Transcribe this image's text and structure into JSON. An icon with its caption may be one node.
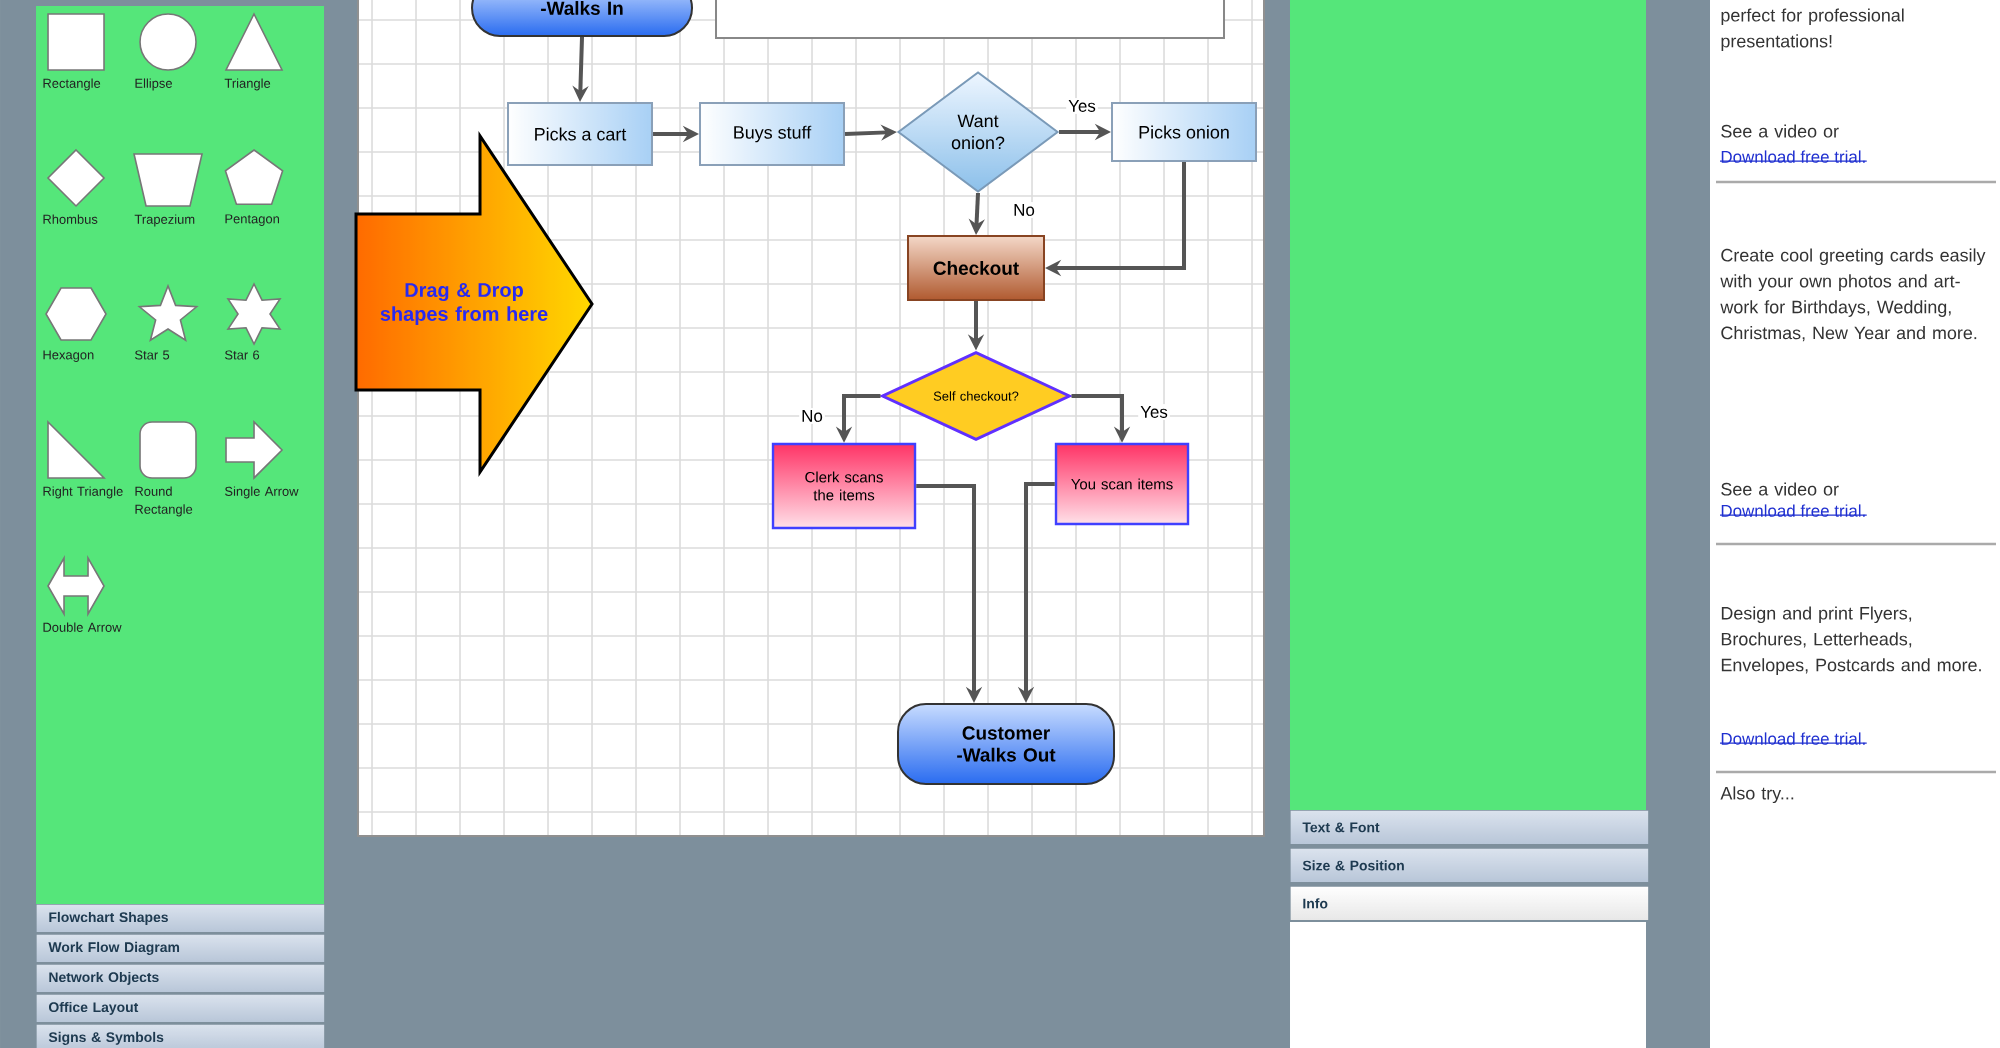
{
  "diagram": {
    "nodes": [
      {
        "text": [
          "-Walks In"
        ]
      },
      {
        "text": [],
        "shape": "box"
      },
      {
        "text": [
          "Picks a cart"
        ]
      },
      {
        "text": [
          "Buys stuff"
        ]
      },
      {
        "text": [
          "Want onion?"
        ]
      },
      {
        "text": [
          "Picks onion"
        ]
      },
      {
        "text": [
          "Checkout"
        ]
      },
      {
        "text": [
          "Self checkout?"
        ]
      },
      {
        "text": [
          "Clerk scans the items"
        ]
      },
      {
        "text": [
          "You scan items"
        ]
      },
      {
        "text": [
          "Customer -Walks Out"
        ]
      },
      {
        "text": [
          "Drag & Drop shapes from here"
        ]
      }
    ],
    "edges": [
      {
        "from": 0,
        "to": 2,
        "arrow": "to"
      },
      {
        "from": 2,
        "to": 3,
        "arrow": "to"
      },
      {
        "from": 3,
        "to": 4,
        "arrow": "to"
      },
      {
        "from": 4,
        "to": 5,
        "arrow": "to",
        "label": "Yes"
      },
      {
        "from": 4,
        "to": 6,
        "arrow": "to",
        "label": "No"
      },
      {
        "from": 5,
        "to": 6,
        "arrow": "to"
      },
      {
        "from": 6,
        "to": 7,
        "arrow": "to"
      },
      {
        "from": 7,
        "to": 8,
        "arrow": "to",
        "label": "No"
      },
      {
        "from": 7,
        "to": 9,
        "arrow": "to",
        "label": "Yes"
      },
      {
        "from": 8,
        "to": 10,
        "arrow": "to"
      },
      {
        "from": 9,
        "to": 10,
        "arrow": "to"
      }
    ],
    "labels": [
      "Rectangle",
      "Ellipse",
      "Triangle",
      "Rhombus",
      "Trapezium",
      "Pentagon",
      "Hexagon",
      "Star 5",
      "Star 6",
      "Right Triangle",
      "Round Rectangle",
      "Single Arrow",
      "Double Arrow",
      "Flowchart Shapes",
      "Work Flow Diagram",
      "Network Objects",
      "Office Layout",
      "Signs & Symbols",
      "Text & Font",
      "Size & Position",
      "Info",
      "perfect for professional presentations!",
      "See a video or",
      "Download free trial.",
      "Create cool greeting cards easily with your own photos and art-work for Birthdays, Wedding, Christmas, New Year and more.",
      "See a video or",
      "Download free trial.",
      "Design and print Flyers, Brochures, Letterheads, Envelopes, Postcards and more.",
      "Download free trial.",
      "Also try..."
    ]
  }
}
